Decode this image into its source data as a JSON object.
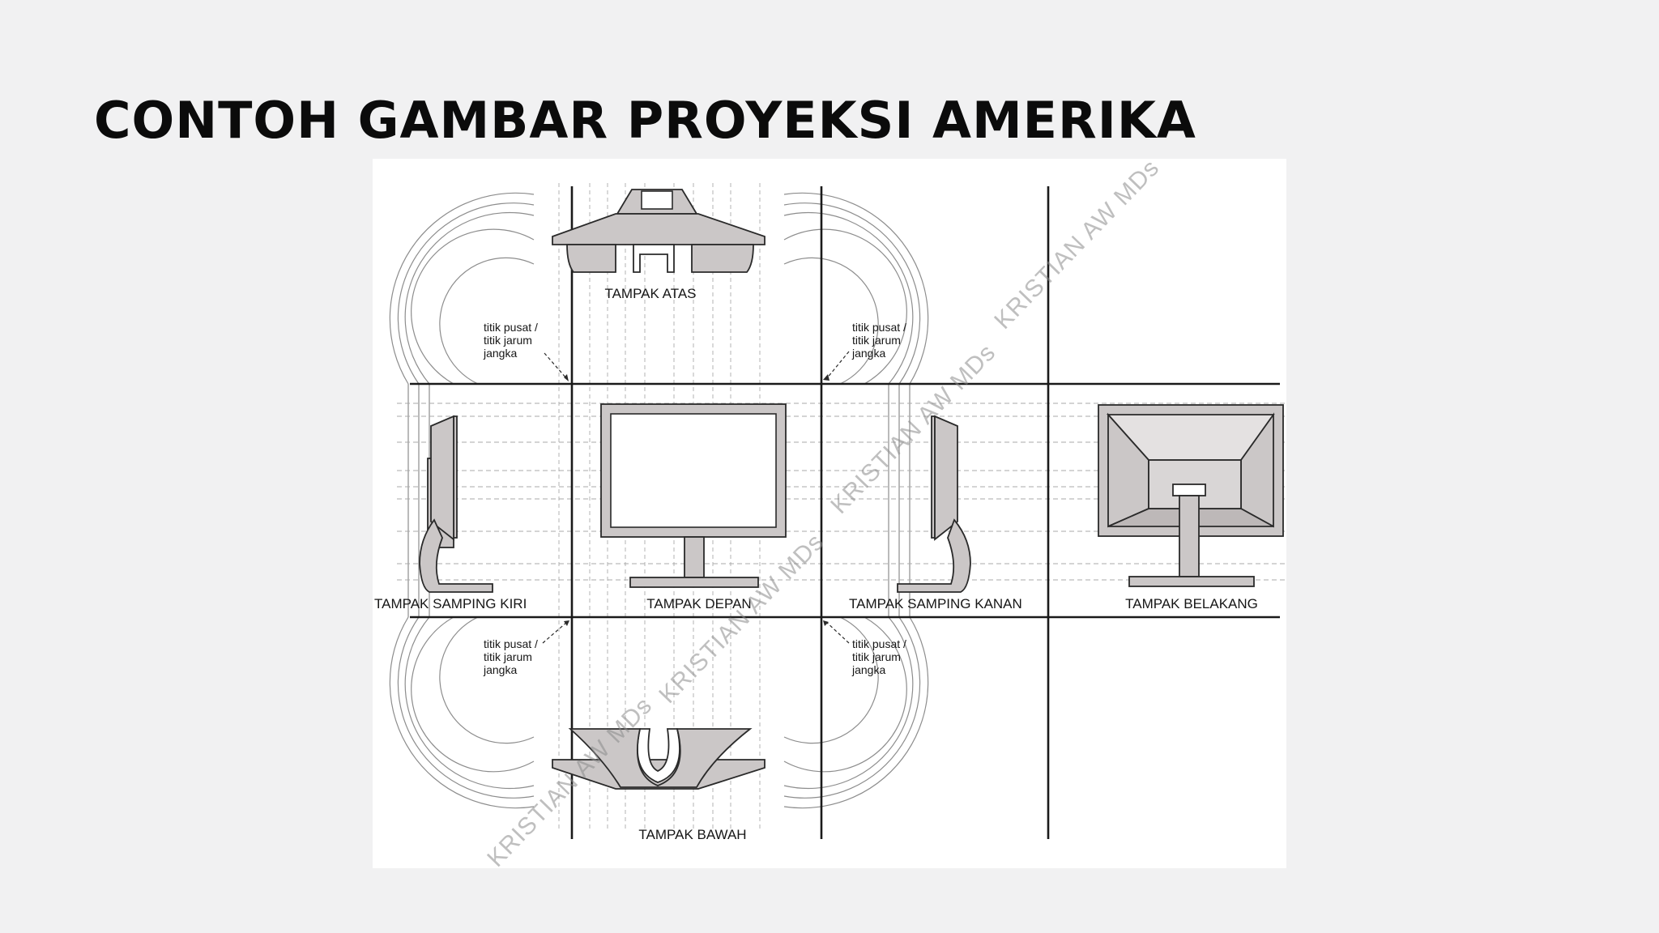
{
  "title": "CONTOH GAMBAR PROYEKSI AMERIKA",
  "views": {
    "top": "TAMPAK ATAS",
    "front": "TAMPAK DEPAN",
    "left": "TAMPAK SAMPING KIRI",
    "right": "TAMPAK SAMPING KANAN",
    "back": "TAMPAK BELAKANG",
    "bottom": "TAMPAK BAWAH"
  },
  "note_lines": [
    "titik pusat /",
    "titik jarum",
    "jangka"
  ],
  "watermark": "KRISTIAN AW MDs",
  "colors": {
    "part_fill": "#cbc7c7",
    "line": "#1a1a1a",
    "background": "#f1f1f2"
  }
}
